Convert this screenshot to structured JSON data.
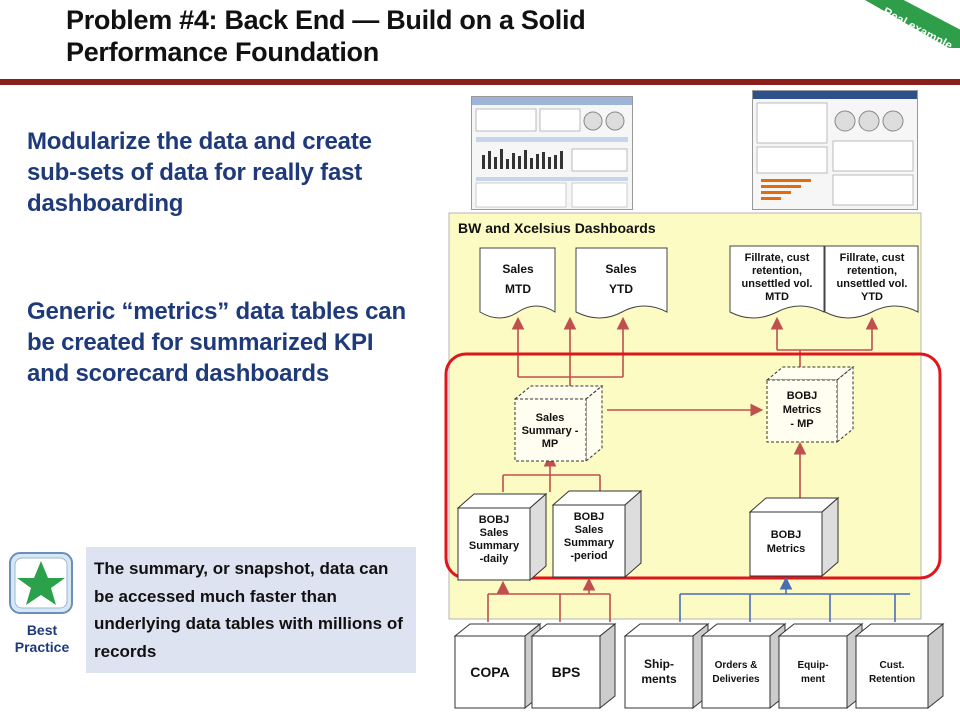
{
  "slide": {
    "title": "Problem #4: Back End — Build on a Solid\nPerformance Foundation",
    "ribbon_label": "Real example",
    "bullet_1": "Modularize the data and create sub-sets of data for really fast dashboarding",
    "bullet_2": "Generic “metrics” data tables can be created for summarized KPI and scorecard dashboards",
    "best_practice_label": "Best Practice",
    "callout_text": "The summary, or snapshot, data can be accessed much faster than underlying data tables with millions of records"
  },
  "diagram": {
    "heading": "BW and Xcelsius Dashboards",
    "dashboards": {
      "sales_mtd": [
        "Sales",
        "MTD"
      ],
      "sales_ytd": [
        "Sales",
        "YTD"
      ],
      "fill_mtd": [
        "Fillrate, cust",
        "retention,",
        "unsettled vol.",
        "MTD"
      ],
      "fill_ytd": [
        "Fillrate, cust",
        "retention,",
        "unsettled vol.",
        "YTD"
      ]
    },
    "cubes": {
      "sales_summary_mp": [
        "Sales",
        "Summary -",
        "MP"
      ],
      "bobj_metrics_mp": [
        "BOBJ",
        "Metrics",
        "- MP"
      ],
      "bobj_daily": [
        "BOBJ",
        "Sales",
        "Summary",
        "-daily"
      ],
      "bobj_period": [
        "BOBJ",
        "Sales",
        "Summary",
        "-period"
      ],
      "bobj_metrics": [
        "BOBJ",
        "Metrics"
      ]
    },
    "sources": {
      "copa": [
        "COPA"
      ],
      "bps": [
        "BPS"
      ],
      "shipments": [
        "Ship-",
        "ments"
      ],
      "orders": [
        "Orders &",
        "Deliveries"
      ],
      "equipment": [
        "Equip-",
        "ment"
      ],
      "cust_retention": [
        "Cust.",
        "Retention"
      ]
    },
    "colors": {
      "panel_bg": "#fdfbc4",
      "highlight": "#e0161b",
      "red_arrow": "#c0504d",
      "blue_line": "#4a6eb5",
      "title_rule": "#8b1f1c",
      "bullet_text": "#1f3a7a",
      "ribbon": "#2f9e4a",
      "star_badge": "#2ba14b"
    }
  }
}
